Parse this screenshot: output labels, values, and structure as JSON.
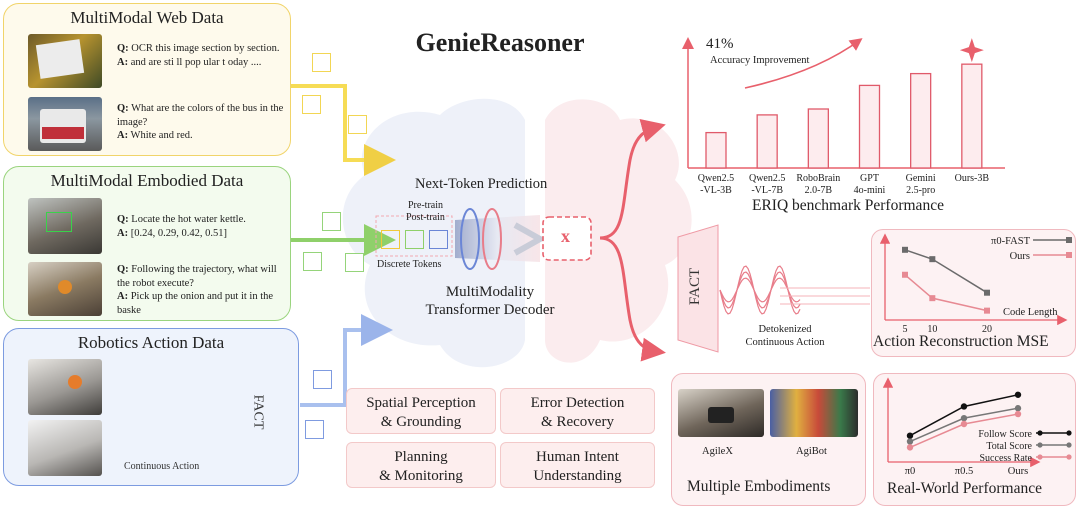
{
  "title": "GenieReasoner",
  "web_panel": {
    "title": "MultiModal Web Data",
    "qa": [
      {
        "q": "OCR this image section by section.",
        "a": "and are sti ll pop ular t oday ...."
      },
      {
        "q": "What are the colors of the bus in the image?",
        "a": "White and red."
      }
    ]
  },
  "embodied_panel": {
    "title": "MultiModal Embodied Data",
    "qa": [
      {
        "q": "Locate the hot water kettle.",
        "a": "[0.24, 0.29, 0.42, 0.51]"
      },
      {
        "q": "Following the trajectory, what will the robot execute?",
        "a": "Pick up the onion and put it in the baske"
      }
    ]
  },
  "robotics_panel": {
    "title": "Robotics Action Data",
    "fact": "FACT",
    "caption": "Continuous Action"
  },
  "qa_labels": {
    "q": "Q:",
    "a": "A:"
  },
  "center": {
    "next_token": "Next-Token Prediction",
    "pretrain": "Pre-train",
    "posttrain": "Post-train",
    "discrete_tokens": "Discrete Tokens",
    "x_token": "x",
    "decoder_line1": "MultiModality",
    "decoder_line2": "Transformer Decoder"
  },
  "capabilities": [
    {
      "line1": "Spatial Perception",
      "line2": "& Grounding"
    },
    {
      "line1": "Error Detection",
      "line2": "& Recovery"
    },
    {
      "line1": "Planning",
      "line2": "& Monitoring"
    },
    {
      "line1": "Human Intent",
      "line2": "Understanding"
    }
  ],
  "eriq": {
    "improvement_value": "41%",
    "improvement_label": "Accuracy Improvement",
    "caption": "ERIQ benchmark Performance",
    "chart_data": {
      "type": "bar",
      "categories": [
        [
          "Qwen2.5",
          "-VL-3B"
        ],
        [
          "Qwen2.5",
          "-VL-7B"
        ],
        [
          "RoboBrain",
          "2.0-7B"
        ],
        [
          "GPT",
          "4o-mini"
        ],
        [
          "Gemini",
          "2.5-pro"
        ],
        [
          "Ours-3B"
        ]
      ],
      "values": [
        30,
        45,
        50,
        70,
        80,
        88
      ],
      "ylim": [
        0,
        100
      ],
      "bar_color": "#e05a6a",
      "bar_fill": "#fdecee"
    }
  },
  "fact_decode": {
    "fact": "FACT",
    "caption_line1": "Detokenized",
    "caption_line2": "Continuous Action"
  },
  "mse": {
    "caption": "Action Reconstruction MSE",
    "xlabel": "Code Length",
    "chart_data": {
      "type": "line",
      "x": [
        5,
        10,
        20
      ],
      "tick_labels": [
        "5",
        "10",
        "20"
      ],
      "series": [
        {
          "name": "π0-FAST",
          "values": [
            0.9,
            0.78,
            0.35
          ],
          "color": "#6b6b6b"
        },
        {
          "name": "Ours",
          "values": [
            0.58,
            0.28,
            0.12
          ],
          "color": "#e78a93"
        }
      ],
      "ylim": [
        0,
        1
      ]
    }
  },
  "embodiments": {
    "caption": "Multiple Embodiments",
    "labels": [
      "AgileX",
      "AgiBot"
    ]
  },
  "realworld": {
    "caption": "Real-World Performance",
    "chart_data": {
      "type": "line",
      "x": [
        0,
        1,
        2
      ],
      "tick_labels": [
        "π0",
        "π0.5",
        "Ours"
      ],
      "series": [
        {
          "name": "Follow Score",
          "values": [
            0.45,
            0.95,
            1.15
          ],
          "color": "#111111"
        },
        {
          "name": "Total Score",
          "values": [
            0.35,
            0.75,
            0.92
          ],
          "color": "#777777"
        },
        {
          "name": "Success Rate",
          "values": [
            0.25,
            0.65,
            0.82
          ],
          "color": "#e78a93"
        }
      ],
      "ylim": [
        0,
        1.3
      ]
    }
  }
}
